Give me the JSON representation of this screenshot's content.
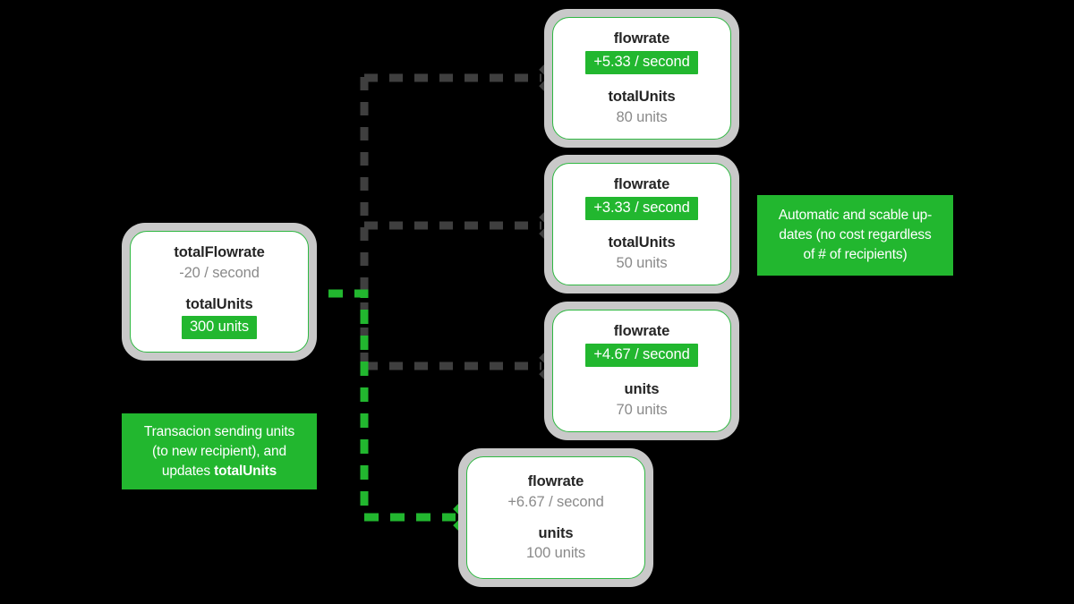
{
  "diagram": {
    "title": "Streaming flowrate distribution diagram",
    "colors": {
      "green": "#22b72f",
      "card_border_green": "#2fb842",
      "card_shadow_gray": "#c9c9c9",
      "label_dark": "#252525",
      "value_gray": "#8a8a8a",
      "connector_gray": "#3f3f3f",
      "background": "#000000"
    }
  },
  "source_card": {
    "name": "source-card",
    "rows": [
      {
        "label": "totalFlowrate",
        "value": "-20 / second",
        "highlighted": false
      },
      {
        "label": "totalUnits",
        "value": "300 units",
        "highlighted": true
      }
    ]
  },
  "recipient_cards": [
    {
      "name": "recipient-card-1",
      "rows": [
        {
          "label": "flowrate",
          "value": "+5.33 / second",
          "highlighted": true
        },
        {
          "label": "totalUnits",
          "value": "80 units",
          "highlighted": false
        }
      ]
    },
    {
      "name": "recipient-card-2",
      "rows": [
        {
          "label": "flowrate",
          "value": "+3.33 / second",
          "highlighted": true
        },
        {
          "label": "totalUnits",
          "value": "50 units",
          "highlighted": false
        }
      ]
    },
    {
      "name": "recipient-card-3",
      "rows": [
        {
          "label": "flowrate",
          "value": "+4.67 / second",
          "highlighted": true
        },
        {
          "label": "units",
          "value": "70 units",
          "highlighted": false
        }
      ]
    },
    {
      "name": "recipient-card-4",
      "rows": [
        {
          "label": "flowrate",
          "value": "+6.67 / second",
          "highlighted": false
        },
        {
          "label": "units",
          "value": "100 units",
          "highlighted": false
        }
      ]
    }
  ],
  "callouts": {
    "left": {
      "line1": "Transacion sending units",
      "line2": "(to new recipient), and",
      "line3_prefix": "updates ",
      "line3_bold": "totalUnits"
    },
    "right": {
      "line1": "Automatic and scable up-",
      "line2": "dates (no cost regardless",
      "line3": "of # of recipients)"
    }
  },
  "connectors": {
    "existing_flows_style": "gray-dashed",
    "new_flow_style": "green-dashed",
    "arrowhead": "chevron-right"
  }
}
